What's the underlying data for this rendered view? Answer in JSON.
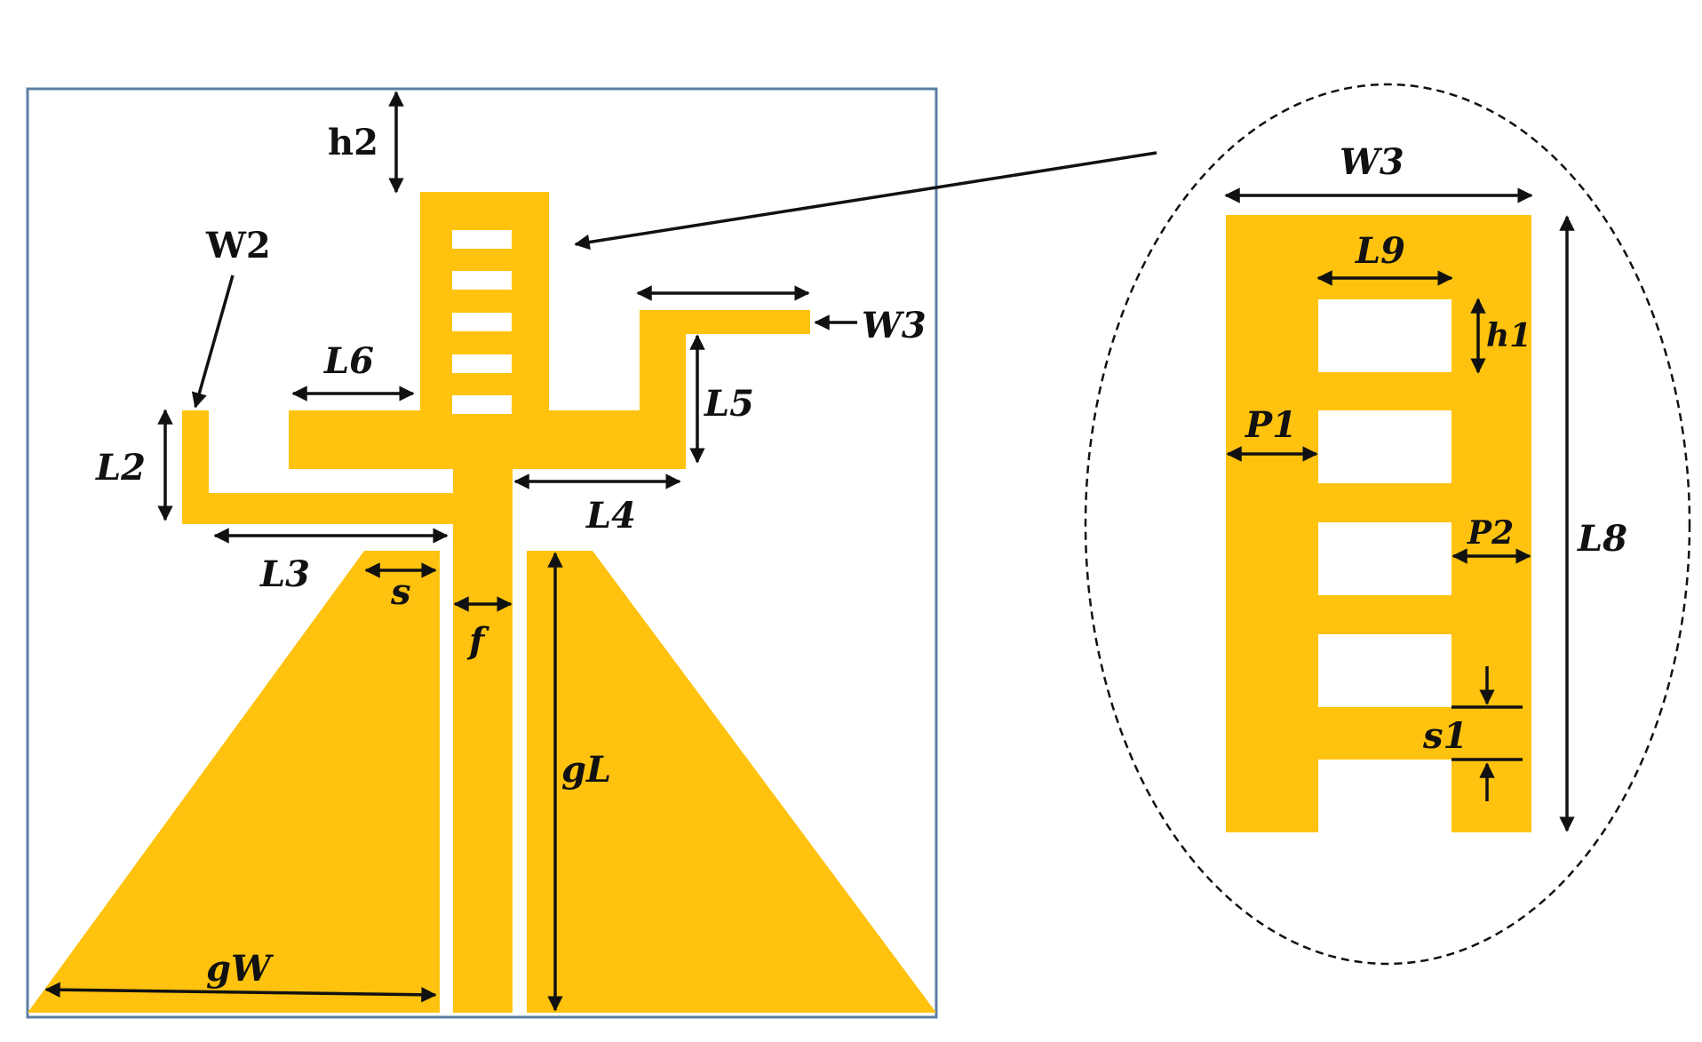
{
  "colors": {
    "copper": "#FFC20E",
    "substrate_border": "#5B7FA3",
    "slot": "#ffffff",
    "ink": "#111111"
  },
  "labels": {
    "h2": "h2",
    "W2": "W2",
    "W3_main": "W3",
    "L6": "L6",
    "L5": "L5",
    "L2": "L2",
    "L4": "L4",
    "L3": "L3",
    "s": "s",
    "f": "f",
    "gL": "gL",
    "gW": "gW",
    "inset_W3": "W3",
    "L9": "L9",
    "h1": "h1",
    "P1": "P1",
    "P2": "P2",
    "L8": "L8",
    "s1": "s1"
  }
}
